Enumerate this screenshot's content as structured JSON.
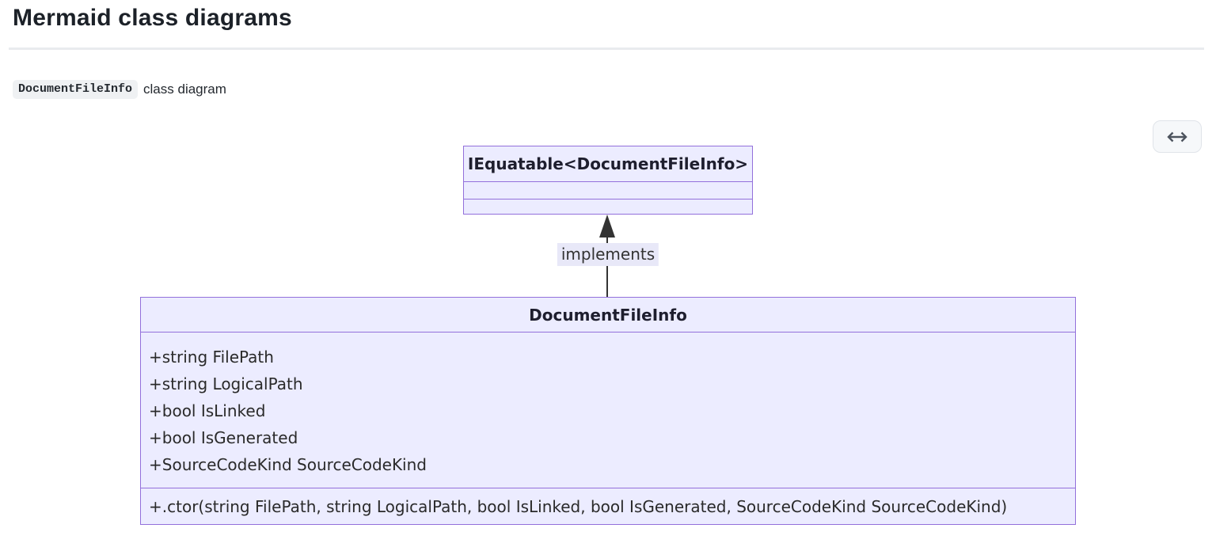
{
  "page": {
    "title": "Mermaid class diagrams",
    "code_chip": "DocumentFileInfo",
    "subtitle_rest": "class diagram"
  },
  "toolbar": {
    "expand_button_icon": "left-right-arrow"
  },
  "diagram": {
    "interface_node": {
      "title": "IEquatable<DocumentFileInfo>"
    },
    "edge_label": "implements",
    "class_node": {
      "title": "DocumentFileInfo",
      "attributes": [
        "+string FilePath",
        "+string LogicalPath",
        "+bool IsLinked",
        "+bool IsGenerated",
        "+SourceCodeKind SourceCodeKind"
      ],
      "methods": [
        "+.ctor(string FilePath, string LogicalPath, bool IsLinked, bool IsGenerated, SourceCodeKind SourceCodeKind)"
      ]
    },
    "colors": {
      "node_fill": "#ECECFF",
      "node_border": "#9370DB",
      "edge": "#333333",
      "edge_label_bg": "#E8E8F8"
    }
  }
}
